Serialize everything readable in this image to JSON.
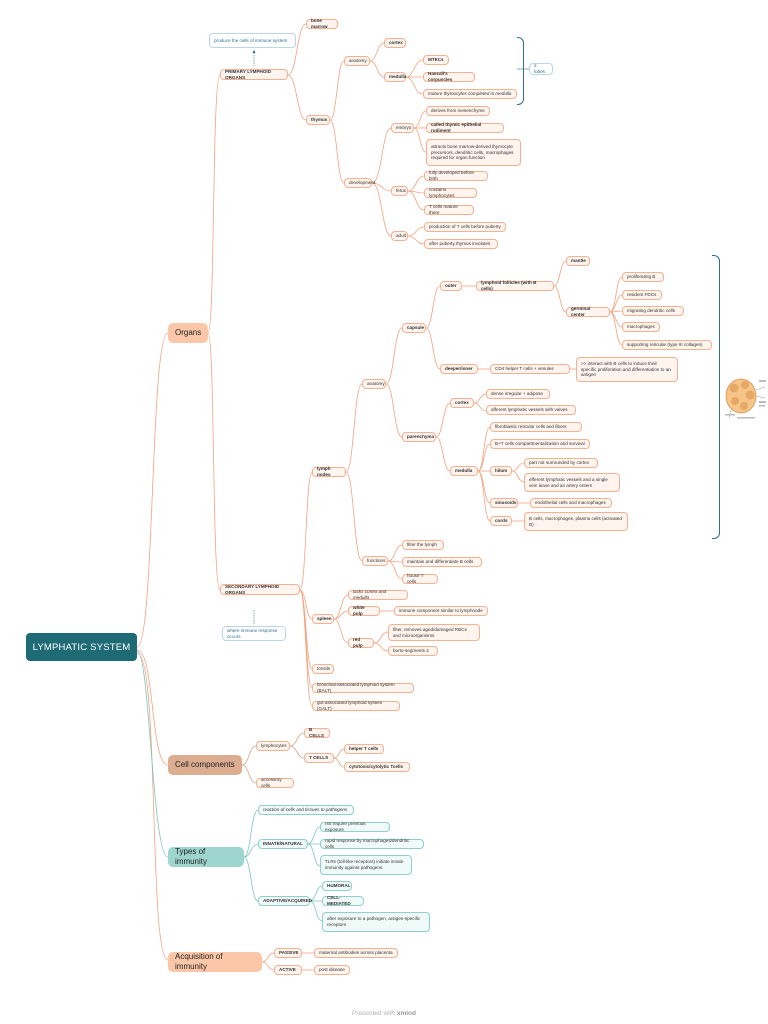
{
  "root": {
    "label": "LYMPHATIC SYSTEM"
  },
  "branches": {
    "organs": "Organs",
    "cell_components": "Cell components",
    "types_of_immunity": "Types of immunity",
    "acquisition_of_immunity": "Acquisition of immunity"
  },
  "primary": {
    "label": "PRIMARY LYMPHOID ORGANS",
    "note": "produce the cells of immune system",
    "bone_marrow": "bone marrow",
    "thymus": {
      "label": "thymus",
      "anatomy": "anatomy",
      "cortex": "cortex",
      "medulla": "medulla",
      "medulla_items": [
        "MTECs",
        "Hassall's corpuscles",
        "mature thymocytes completed in medulla"
      ],
      "lobes_note": "2 lobes",
      "development": "development",
      "embryo": "embryo",
      "embryo_items": [
        "derives from mesenchyme",
        "called thymic epithelial rudiment",
        "attracts bone marrow-derived thymocyte precursors, dendritic cells, macrophages required for organ function"
      ],
      "fetus": "fetus",
      "fetus_items": [
        "fully developed before birth",
        "contains lymphocytes",
        "T cells mature there"
      ],
      "adult": "adult",
      "adult_items": [
        "production of T cells before puberty",
        "after puberty thymus involutes"
      ]
    }
  },
  "secondary": {
    "label": "SECONDARY LYMPHOID ORGANS",
    "note": "where immune response occurs",
    "lymph_nodes": {
      "label": "lymph nodes",
      "anatomy": "anatomy",
      "capsule": "capsule",
      "outer": "outer",
      "lymphoid_follicles": "lymphoid follicles (with B cells)",
      "mantle": "mantle",
      "germinal_center": "germinal center",
      "germinal_items": [
        "proliferating B",
        "resident FDCs",
        "migrating dendritic cells",
        "macrophages",
        "supporting reticular (type III collagen)"
      ],
      "deeper": "deeper/inner",
      "cd4": "CD4 helper T cells + venules",
      "cd4_note": ">> interact with B cells to induce their specific proliferation and differentiation to an antigen",
      "parenchyma": "parenchyma",
      "cortex": "cortex",
      "cortex_items": [
        "dense irregular + adipose",
        "afferent lymphatic vessels with valves"
      ],
      "medulla": "medulla",
      "medulla_items": [
        "fibroblastic reticular cells and fibers",
        "B+T cells compartmentalization and survival"
      ],
      "hilum": "hilum",
      "hilum_items": [
        "part not surrounded by cortex",
        "efferent lymphatic vessels and a single vein leave and an artery enters"
      ],
      "sinusoids": "sinusoids",
      "sinusoids_item": "endothelial cells and macrophages",
      "cords": "cords",
      "cords_item": "B cells, macrophages, plasma cells (activated B)",
      "functions": "functions",
      "functions_items": [
        "filter the lymph",
        "maintain and differentiate B cells",
        "house T cells"
      ]
    },
    "spleen": {
      "label": "spleen",
      "lacks": "lacks cortex and medulla",
      "white_pulp": "white pulp",
      "white_pulp_item": "immune component similar to lymphnode",
      "red_pulp": "red pulp",
      "red_pulp_items": [
        "filter, removes aged/damaged RBCs and microorganisms",
        "burto-segments 2"
      ]
    },
    "tonsils": "tonsils",
    "balt": "bronchial-associated lymphoid system (BALT)",
    "galt": "gut-associated lymphoid system (GALT)"
  },
  "cells": {
    "lymphocytes": "lymphocytes",
    "b_cells": "B CELLS",
    "t_cells": "T CELLS",
    "t_items": [
      "helper T cells",
      "cytotoxic/cytolytic Tcells"
    ],
    "accessory": "accessory cells"
  },
  "immunity": {
    "reaction": "reaction of cells and tissues to pathogens",
    "innate": "INNATE/NATURAL",
    "innate_items": [
      "not require previous exposure",
      "rapid response by macrophages/dendritic cells",
      "TLRs (toll-like receptors) initiate innate immunity against pathogens."
    ],
    "adaptive": "ADAPTIVE/ACQUIRED",
    "humoral": "HUMORAL",
    "cell_mediated": "CELL-MEDIATED",
    "adaptive_note": "after exposure to a pathogen, antigen-specific receptors"
  },
  "acquisition": {
    "passive": "PASSIVE",
    "passive_item": "maternal antibodies across placenta",
    "active": "ACTIVE",
    "active_item": "post disease"
  },
  "footer": {
    "prefix": "Presented with",
    "brand": "xmind"
  },
  "colors": {
    "root": "#1f6b75",
    "orange_line": "#f4a27f",
    "teal_line": "#7cc7bd",
    "brown_line": "#d3a589",
    "note_line": "#2f6f8f"
  }
}
